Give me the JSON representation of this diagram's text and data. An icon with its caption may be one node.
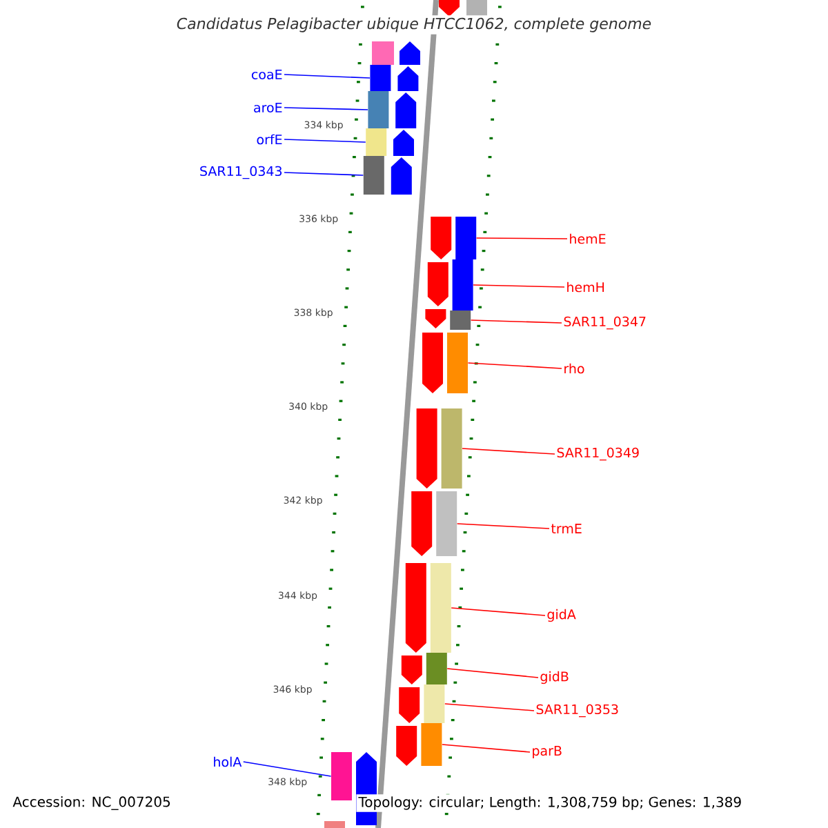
{
  "diagram": {
    "title": "Candidatus Pelagibacter ubique HTCC1062, complete genome",
    "nodes": [
      {
        "text": [
          "coaE"
        ]
      },
      {
        "text": [
          "aroE"
        ]
      },
      {
        "text": [
          "orfE"
        ]
      },
      {
        "text": [
          "SAR11_0343"
        ]
      },
      {
        "text": [
          "hemE"
        ]
      },
      {
        "text": [
          "hemH"
        ]
      },
      {
        "text": [
          "SAR11_0347"
        ]
      },
      {
        "text": [
          "rho"
        ]
      },
      {
        "text": [
          "SAR11_0349"
        ]
      },
      {
        "text": [
          "trmE"
        ]
      },
      {
        "text": [
          "gidA"
        ]
      },
      {
        "text": [
          "gidB"
        ]
      },
      {
        "text": [
          "SAR11_0353"
        ]
      },
      {
        "text": [
          "parB"
        ]
      },
      {
        "text": [
          "holA"
        ]
      },
      {
        "text": [],
        "shape": "bar"
      },
      {
        "text": [],
        "shape": "bar"
      },
      {
        "text": [],
        "shape": "bar"
      },
      {
        "text": [],
        "shape": "bar"
      },
      {
        "text": [],
        "shape": "bar"
      },
      {
        "text": [],
        "shape": "bar"
      },
      {
        "text": [],
        "shape": "bar"
      },
      {
        "text": [],
        "shape": "bar"
      },
      {
        "text": [],
        "shape": "bar"
      },
      {
        "text": [],
        "shape": "bar"
      },
      {
        "text": [],
        "shape": "bar"
      },
      {
        "text": [],
        "shape": "bar"
      },
      {
        "text": [],
        "shape": "bar"
      },
      {
        "text": [],
        "shape": "bar"
      },
      {
        "text": [],
        "shape": "bar"
      }
    ],
    "edges": [
      {
        "from": 0,
        "to": 15,
        "arrow": "none",
        "color": "#0000ff"
      },
      {
        "from": 1,
        "to": 16,
        "arrow": "none",
        "color": "#0000ff"
      },
      {
        "from": 2,
        "to": 17,
        "arrow": "none",
        "color": "#0000ff"
      },
      {
        "from": 3,
        "to": 18,
        "arrow": "none",
        "color": "#0000ff"
      },
      {
        "from": 4,
        "to": 19,
        "arrow": "none"
      },
      {
        "from": 5,
        "to": 20,
        "arrow": "none"
      },
      {
        "from": 6,
        "to": 21,
        "arrow": "none"
      },
      {
        "from": 7,
        "to": 22,
        "arrow": "none"
      },
      {
        "from": 8,
        "to": 23,
        "arrow": "none"
      },
      {
        "from": 9,
        "to": 24,
        "arrow": "none"
      },
      {
        "from": 10,
        "to": 25,
        "arrow": "none"
      },
      {
        "from": 11,
        "to": 26,
        "arrow": "none"
      },
      {
        "from": 12,
        "to": 27,
        "arrow": "none"
      },
      {
        "from": 13,
        "to": 28,
        "arrow": "none"
      },
      {
        "from": 14,
        "to": 29,
        "arrow": "none",
        "color": "#0000ff"
      }
    ],
    "labels": [
      "334 kbp",
      "336 kbp",
      "338 kbp",
      "340 kbp",
      "342 kbp",
      "344 kbp",
      "346 kbp",
      "348 kbp",
      "Accession: NC_007205",
      "Topology: circular; Length: 1,308,759 bp; Genes: 1,389"
    ]
  }
}
